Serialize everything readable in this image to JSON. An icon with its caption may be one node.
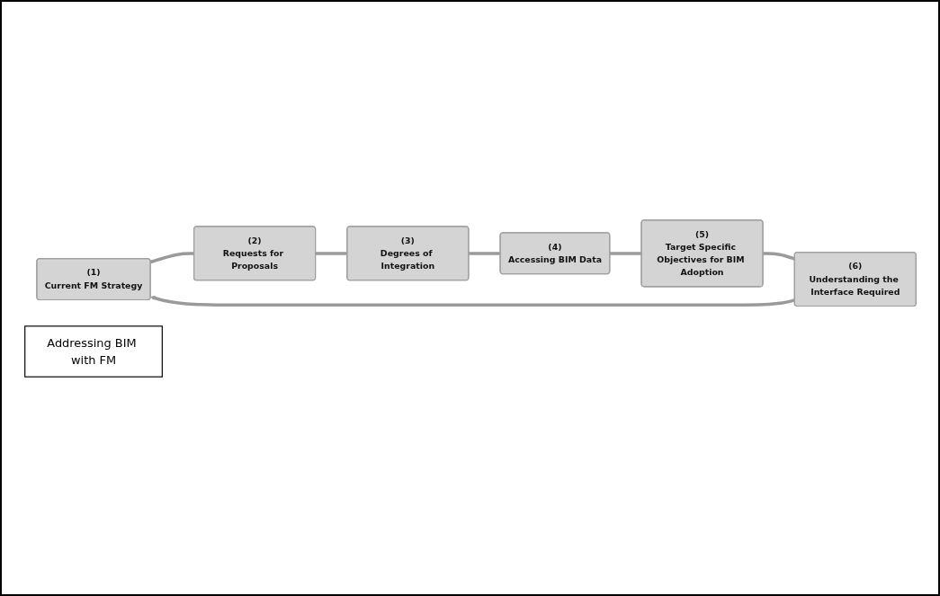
{
  "diagram": {
    "nodes": [
      {
        "text": [
          "(1)",
          "Current FM Strategy"
        ]
      },
      {
        "text": [
          "(2)",
          "Requests for Proposals"
        ]
      },
      {
        "text": [
          "(3)",
          "Degrees of Integration"
        ]
      },
      {
        "text": [
          "(4)",
          "Accessing BIM Data"
        ]
      },
      {
        "text": [
          "(5)",
          "Target Specific Objectives for BIM Adoption"
        ]
      },
      {
        "text": [
          "(6)",
          "Understanding the Interface Required"
        ]
      },
      {
        "text": [
          "Addressing BIM with FM"
        ]
      }
    ],
    "edges": [
      {
        "from": 0,
        "to": 1,
        "arrow": "none"
      },
      {
        "from": 1,
        "to": 2,
        "arrow": "none"
      },
      {
        "from": 2,
        "to": 3,
        "arrow": "none"
      },
      {
        "from": 3,
        "to": 4,
        "arrow": "none"
      },
      {
        "from": 4,
        "to": 5,
        "arrow": "none"
      },
      {
        "from": 5,
        "to": 0,
        "arrow": "to"
      }
    ]
  }
}
